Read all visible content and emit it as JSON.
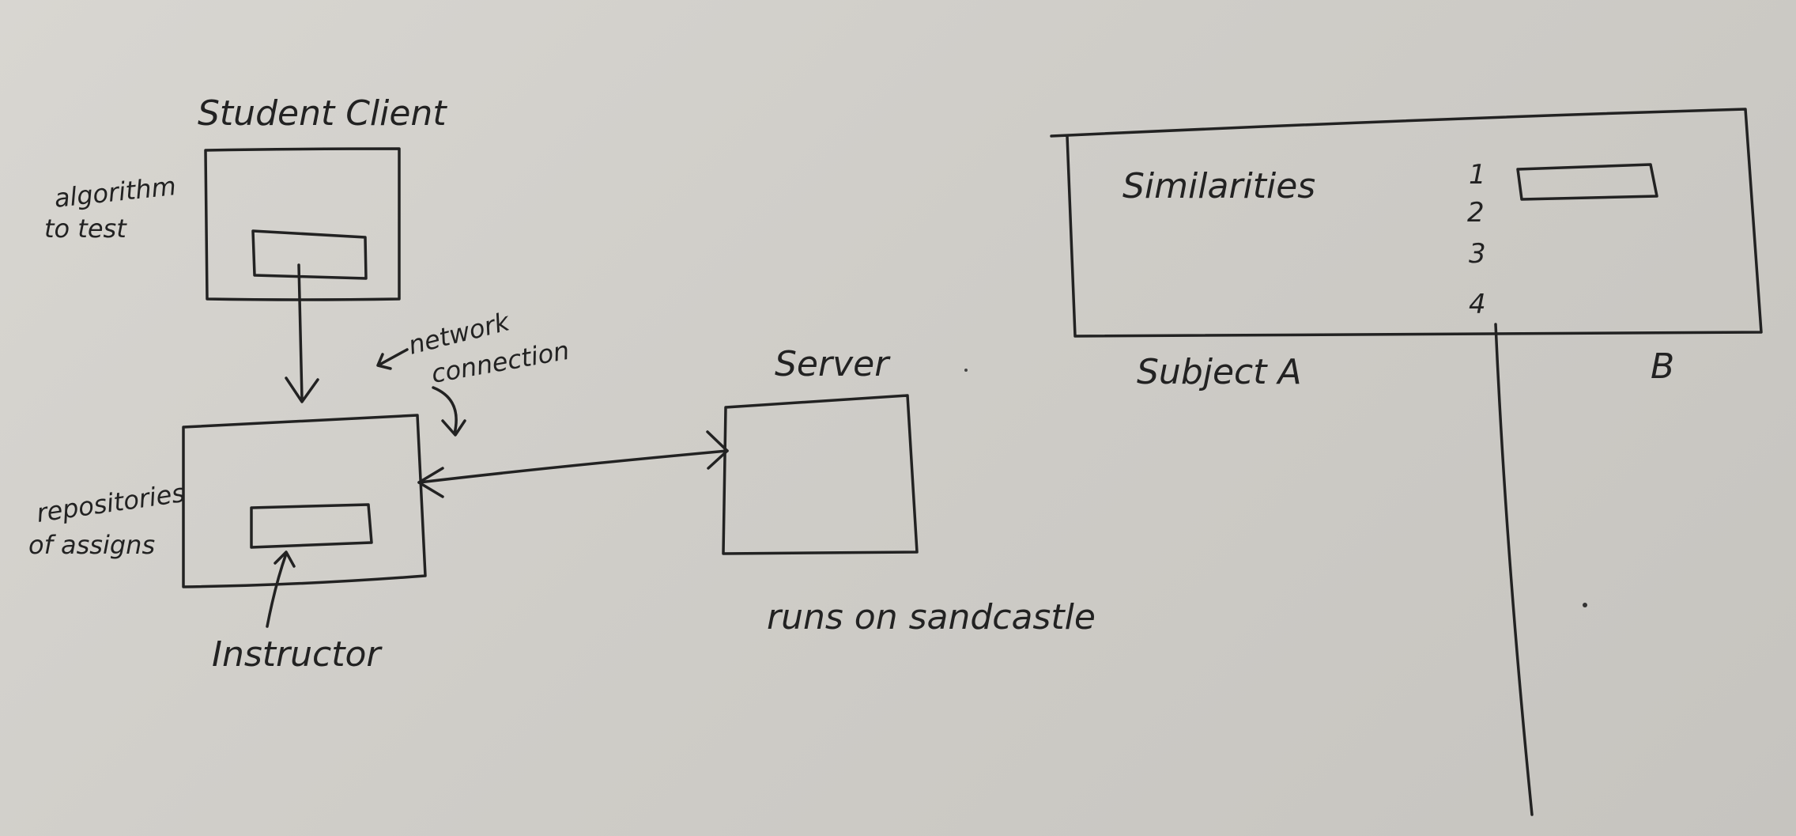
{
  "diagram": {
    "left": {
      "student_client": {
        "title": "Student Client",
        "note_line1": "algorithm",
        "note_line2": "to test"
      },
      "network": {
        "line1": "network",
        "line2": "connection"
      },
      "repository": {
        "note_line1": "repositories",
        "note_line2": "of assigns",
        "actor": "Instructor"
      },
      "server": {
        "title": "Server",
        "caption": "runs on sandcastle"
      }
    },
    "right": {
      "panel_title": "Similarities",
      "rows": [
        "1",
        "2",
        "3",
        "4"
      ],
      "subject_a": "Subject A",
      "subject_b": "B"
    }
  },
  "colors": {
    "ink": "#222222",
    "paper": "#d2d0cb"
  }
}
